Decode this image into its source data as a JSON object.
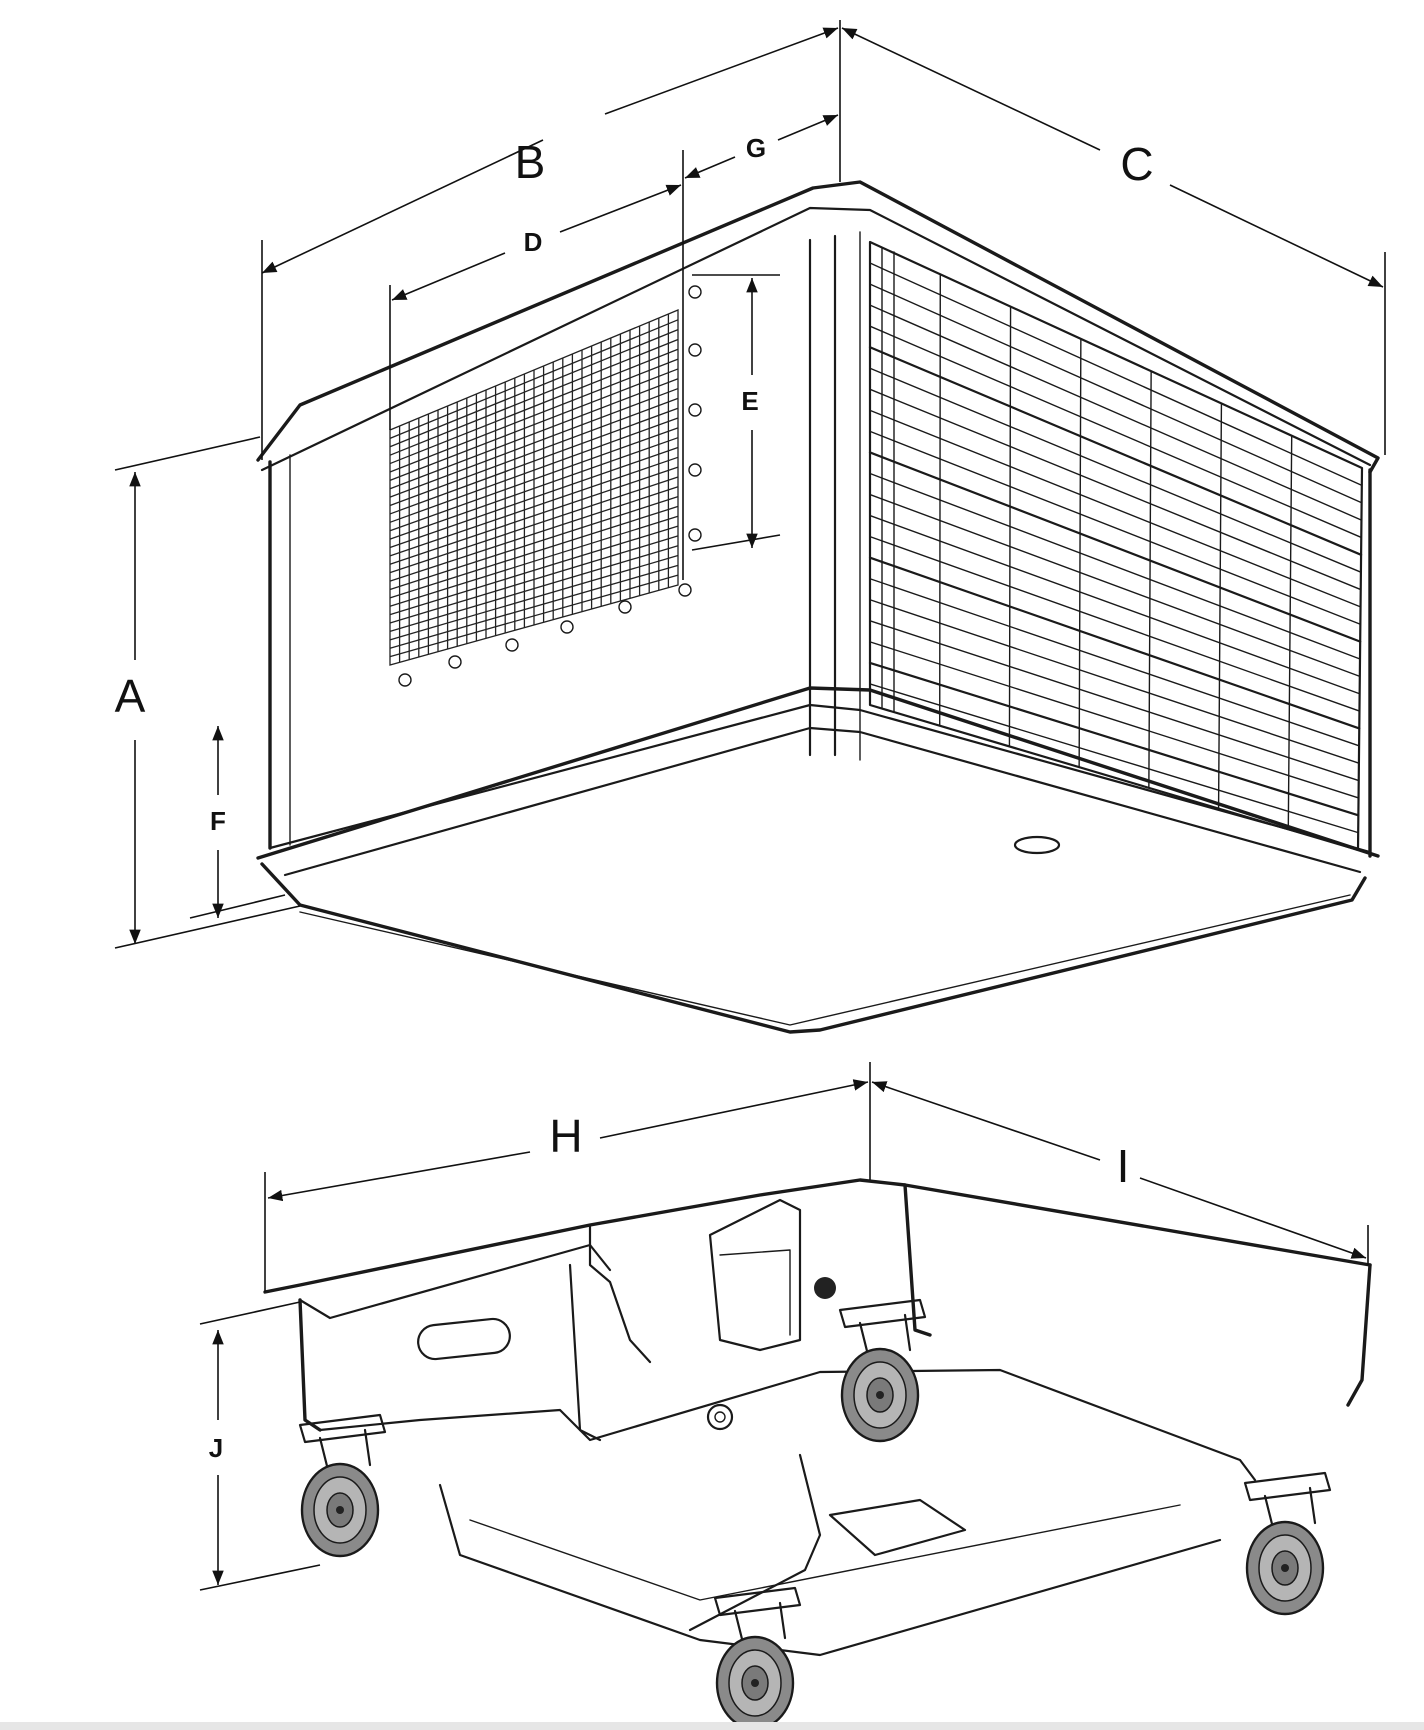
{
  "labels": {
    "A": "A",
    "B": "B",
    "C": "C",
    "D": "D",
    "E": "E",
    "F": "F",
    "G": "G",
    "H": "H",
    "I": "I",
    "J": "J"
  },
  "colors": {
    "line": "#1a1a1a",
    "background": "#ffffff",
    "wheel": "#8a8a8a"
  }
}
